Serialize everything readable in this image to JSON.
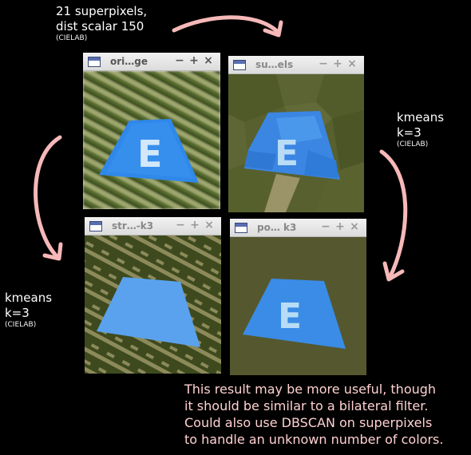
{
  "captions": {
    "top": {
      "line1": "21 superpixels,",
      "line2": "dist scalar 150",
      "sub": "(CIELAB)"
    },
    "right": {
      "line1": "kmeans",
      "line2": "k=3",
      "sub": "(CIELAB)"
    },
    "left": {
      "line1": "kmeans",
      "line2": "k=3",
      "sub": "(CIELAB)"
    }
  },
  "note": {
    "lines": [
      "This result may be more useful, though",
      "it should be similar to a bilateral filter.",
      "Could also use DBSCAN on superpixels",
      "to handle an unknown number of colors."
    ]
  },
  "windows": [
    {
      "title": "ori…ge"
    },
    {
      "title": "su…els"
    },
    {
      "title": "str…-k3"
    },
    {
      "title": "po… k3"
    }
  ],
  "controls": {
    "minimize": "−",
    "maximize": "+",
    "close": "×"
  },
  "sign_letter": "E",
  "colors": {
    "arrow": "#f6b8b8",
    "sign_blue": "#3c8fe6",
    "sign_light_blue": "#5aa2ee",
    "letter_light": "#b8dcf6",
    "olive_bg": "#55582e",
    "field_dark": "#3e4a1e",
    "field_light": "#8c8a5a"
  }
}
